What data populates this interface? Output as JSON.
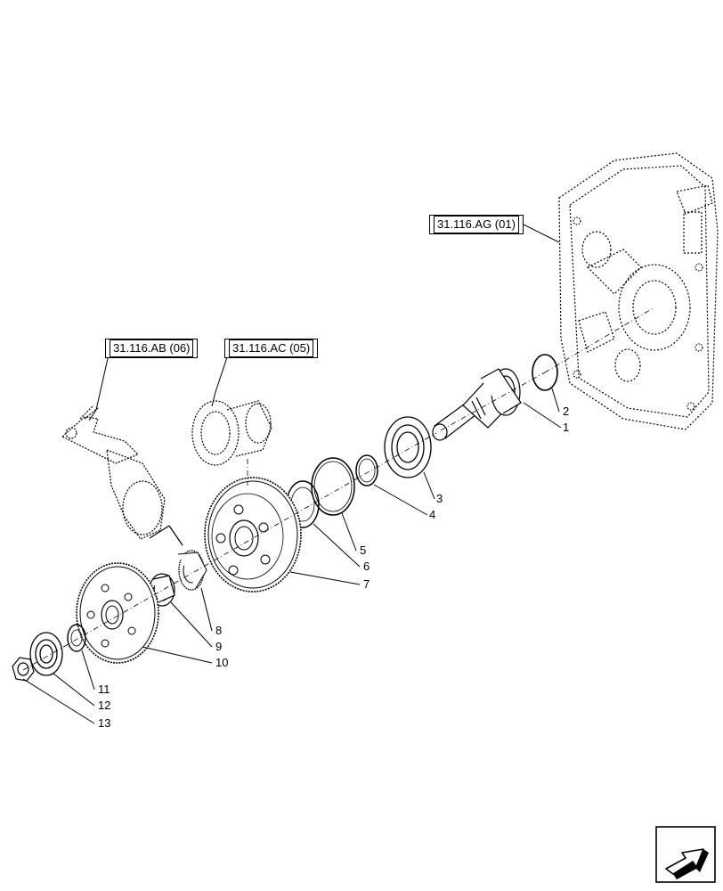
{
  "references": {
    "ag": "31.116.AG (01)",
    "ab": "31.116.AB (06)",
    "ac": "31.116.AC (05)"
  },
  "callouts": [
    "1",
    "2",
    "3",
    "4",
    "5",
    "6",
    "7",
    "8",
    "9",
    "10",
    "11",
    "12",
    "13"
  ],
  "icons": {
    "nav": "next-page-arrow-icon"
  }
}
